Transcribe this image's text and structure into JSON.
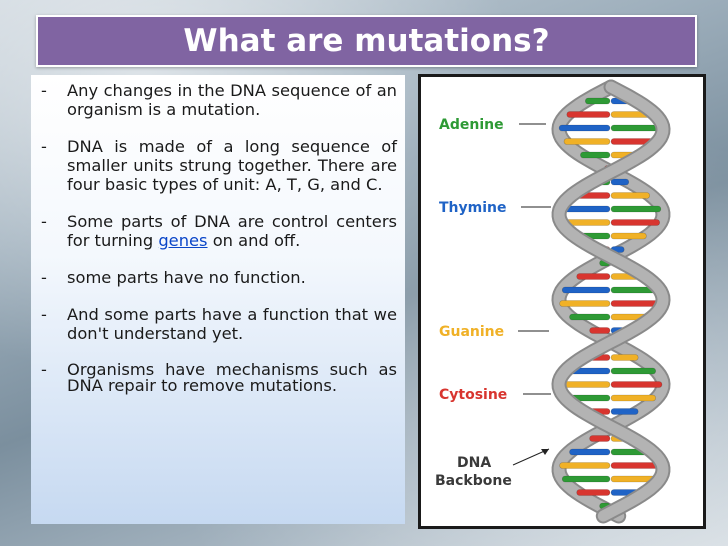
{
  "title": "What are mutations?",
  "bullets": [
    {
      "dash": "-",
      "text": "Any changes in the DNA sequence of an organism is a mutation."
    },
    {
      "dash": "-",
      "text": "DNA is made of a long sequence of smaller units strung together. There are four basic types of unit: A, T, G, and C."
    },
    {
      "dash": "-",
      "before": "Some parts of DNA are control centers for turning ",
      "link": "genes",
      "after": " on and off."
    },
    {
      "dash": "-",
      "text": "some parts have no function."
    },
    {
      "dash": "-",
      "text": "And some parts have a function that we don't understand yet."
    },
    {
      "dash": "-",
      "text": "Organisms have mechanisms such as DNA repair to remove mutations."
    }
  ],
  "diagram": {
    "labels": {
      "adenine": "Adenine",
      "thymine": "Thymine",
      "guanine": "Guanine",
      "cytosine": "Cytosine",
      "backbone_line1": "DNA",
      "backbone_line2": "Backbone"
    },
    "colors": {
      "adenine": "#2e9a35",
      "thymine": "#1f63c6",
      "guanine": "#f0b127",
      "cytosine": "#d8352f",
      "backbone": "#b3b3b3"
    }
  }
}
